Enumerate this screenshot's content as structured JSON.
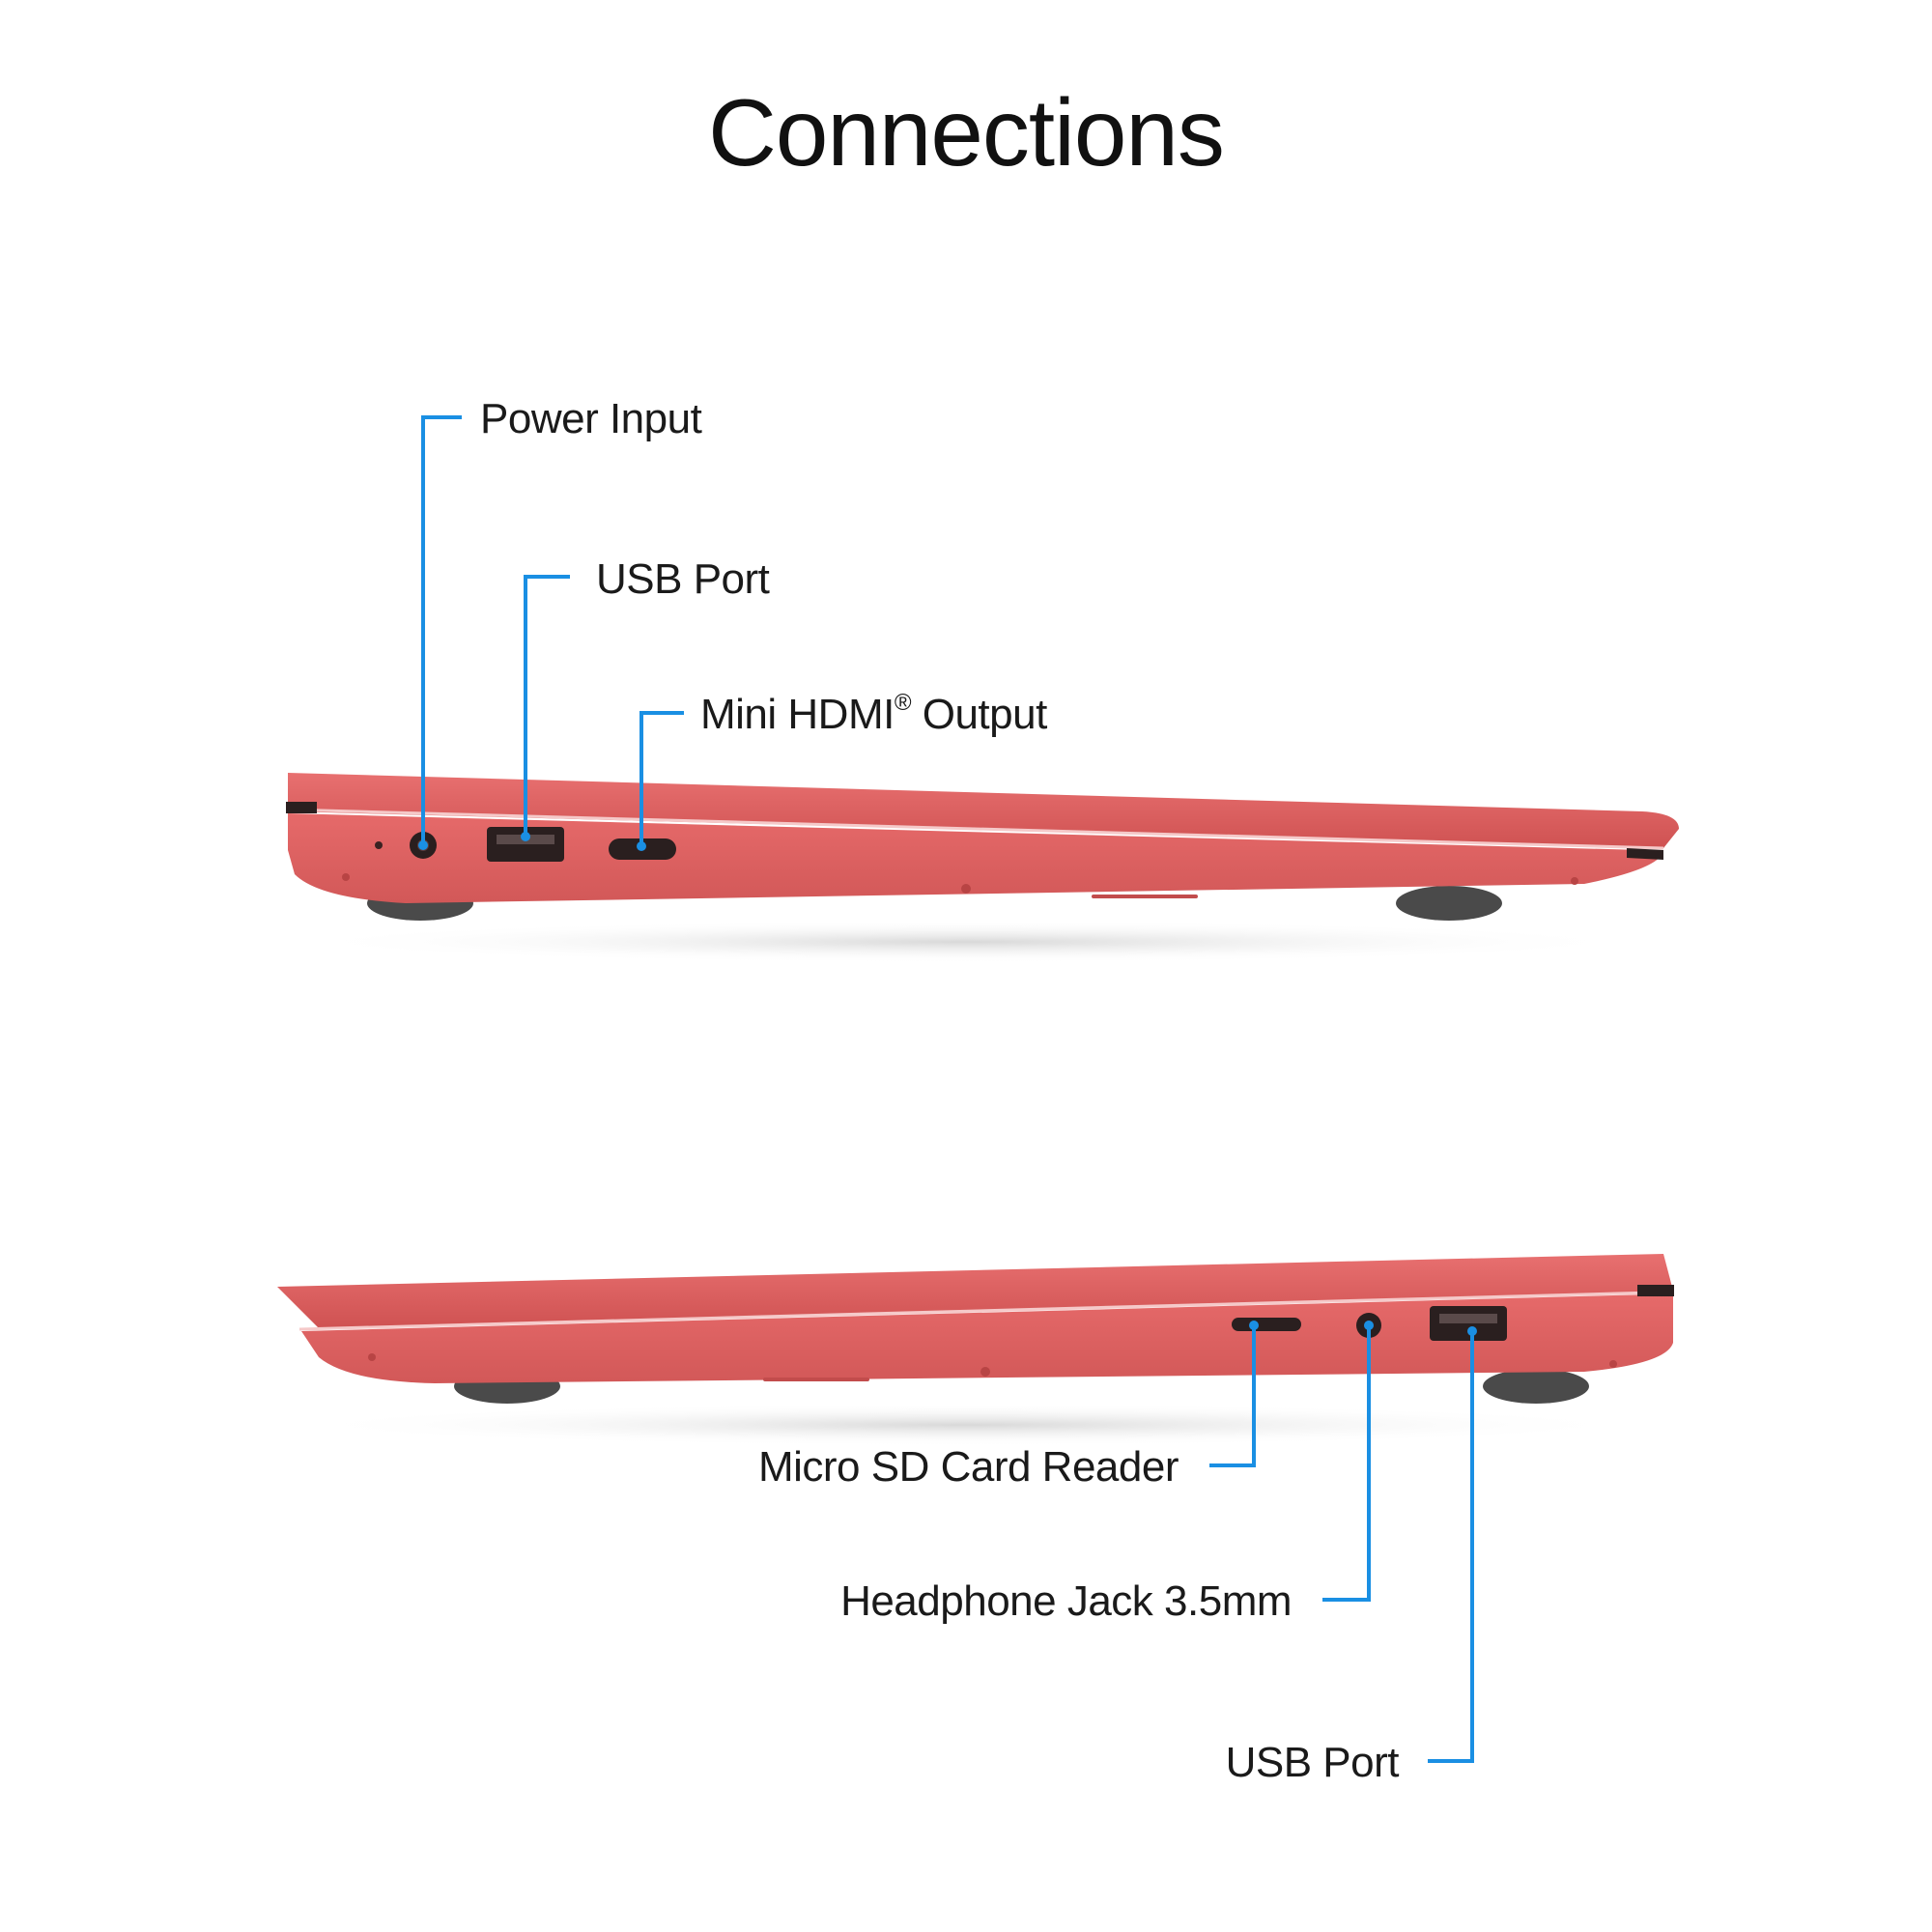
{
  "title": "Connections",
  "colors": {
    "accent_line": "#1a8fe3",
    "chassis": "#e06262",
    "chassis_dark": "#c24848",
    "port": "#2a1f1f",
    "foot": "#4a4a4a"
  },
  "left_side": {
    "power_input": "Power Input",
    "usb_port": "USB Port",
    "mini_hdmi_base": "Mini HDMI",
    "mini_hdmi_mark": "®",
    "mini_hdmi_tail": " Output"
  },
  "right_side": {
    "micro_sd": "Micro SD Card Reader",
    "headphone_jack": "Headphone Jack 3.5mm",
    "usb_port": "USB Port"
  }
}
